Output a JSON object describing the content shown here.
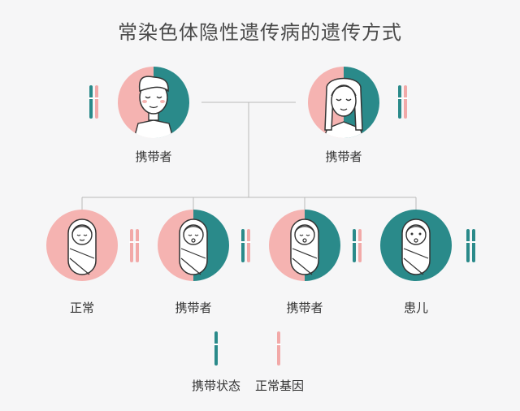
{
  "title": "常染色体隐性遗传病的遗传方式",
  "colors": {
    "carrier": "#2a8a8a",
    "normal": "#f2a9a8",
    "line": "#b9b9b9"
  },
  "parents": [
    {
      "id": "father",
      "label": "携带者",
      "status": "carrier"
    },
    {
      "id": "mother",
      "label": "携带者",
      "status": "carrier"
    }
  ],
  "children": [
    {
      "id": "child-1",
      "label": "正常",
      "status": "normal"
    },
    {
      "id": "child-2",
      "label": "携带者",
      "status": "carrier"
    },
    {
      "id": "child-3",
      "label": "携带者",
      "status": "carrier"
    },
    {
      "id": "child-4",
      "label": "患儿",
      "status": "affected"
    }
  ],
  "legend": {
    "carrier": "携带状态",
    "normal": "正常基因"
  }
}
